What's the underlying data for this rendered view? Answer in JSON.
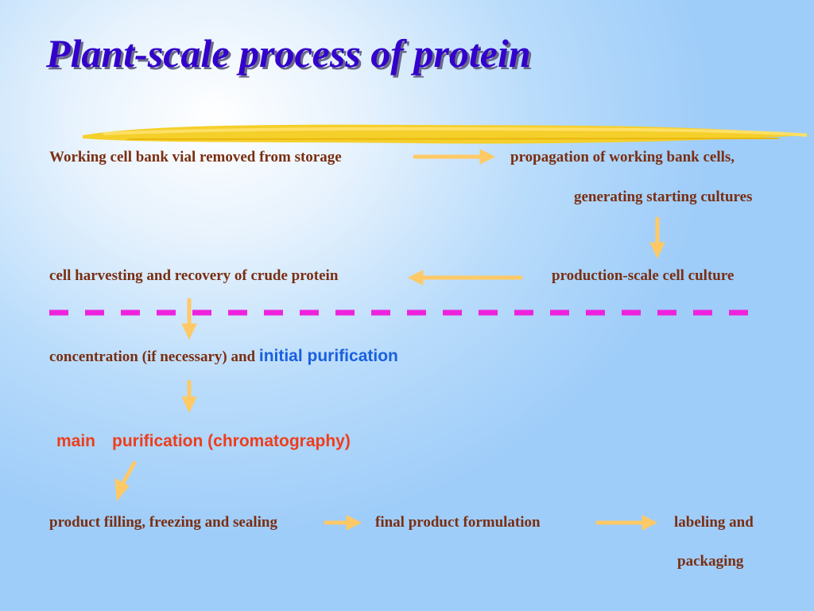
{
  "title": "Plant-scale process of protein",
  "steps": {
    "s1": "Working cell bank vial removed from storage",
    "s2a": "propagation of working bank cells,",
    "s2b": "generating starting cultures",
    "s3": "production-scale cell culture",
    "s4": "cell harvesting and recovery of crude protein",
    "s5_prefix": "concentration (if necessary) and ",
    "s5_highlight": "initial purification",
    "s6a": "main",
    "s6b": "purification (chromatography)",
    "s7": "product filling, freezing and sealing",
    "s8": "final product formulation",
    "s9a": "labeling and",
    "s9b": "packaging"
  },
  "colors": {
    "title": "#3300cc",
    "step_text": "#7a2e12",
    "arrow": "#ffc966",
    "divider": "#ee22dd",
    "highlight_blue": "#1a5fe0",
    "highlight_red": "#ee3d1c"
  }
}
